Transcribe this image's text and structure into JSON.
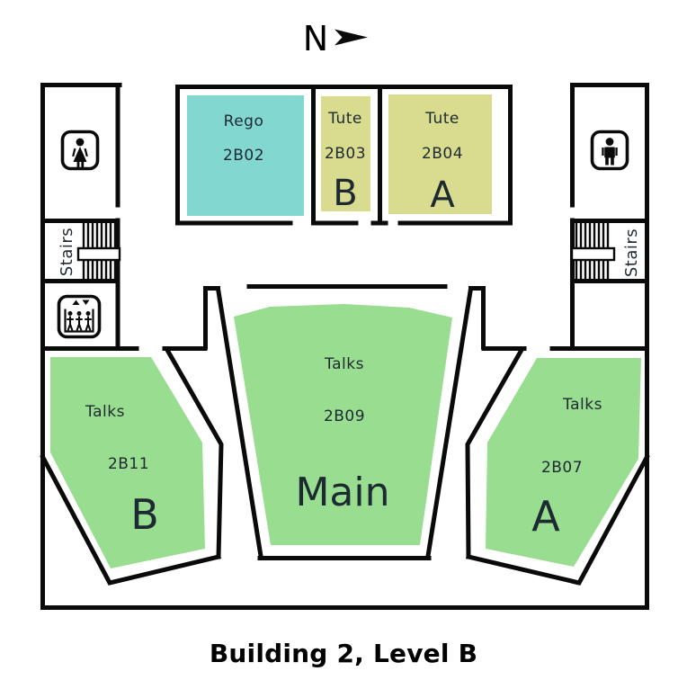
{
  "title": "Building 2, Level B",
  "north": {
    "label": "N"
  },
  "colors": {
    "rego_fill": "#82D7D1",
    "tute_fill": "#D9DB8E",
    "talks_fill": "#99DD90",
    "wall": "#0A0A0A",
    "label_text": "#1E2A32",
    "title_text": "#000000"
  },
  "rooms": {
    "rego": {
      "type": "Rego",
      "code": "2B02"
    },
    "tute_b": {
      "type": "Tute",
      "code": "2B03",
      "letter": "B"
    },
    "tute_a": {
      "type": "Tute",
      "code": "2B04",
      "letter": "A"
    },
    "talks_main": {
      "type": "Talks",
      "code": "2B09",
      "letter": "Main"
    },
    "talks_b": {
      "type": "Talks",
      "code": "2B11",
      "letter": "B"
    },
    "talks_a": {
      "type": "Talks",
      "code": "2B07",
      "letter": "A"
    }
  },
  "facilities": {
    "stairs_left_label": "Stairs",
    "stairs_right_label": "Stairs"
  }
}
